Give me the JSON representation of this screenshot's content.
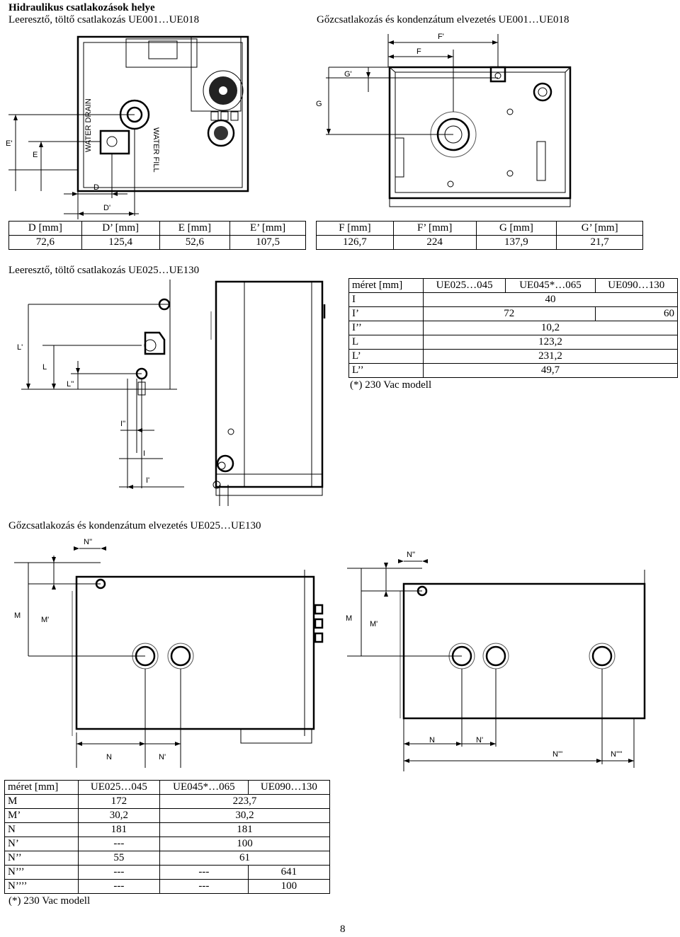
{
  "headings": {
    "main_title": "Hidraulikus csatlakozások helye",
    "sub_left": "Leeresztő, töltő csatlakozás UE001…UE018",
    "sub_right": "Gőzcsatlakozás és kondenzátum elvezetés UE001…UE018",
    "section2": "Leeresztő, töltő csatlakozás UE025…UE130",
    "section3": "Gőzcsatlakozás és kondenzátum elvezetés UE025…UE130"
  },
  "diagram_labels": {
    "D": "D",
    "D_prime": "D'",
    "E": "E",
    "E_prime": "E'",
    "F": "F",
    "F_prime": "F'",
    "G": "G",
    "G_prime": "G'",
    "L": "L",
    "L_prime": "L'",
    "L_dprime": "L''",
    "I": "I",
    "I_prime": "I'",
    "I_dprime": "I''",
    "M": "M",
    "M_prime": "M'",
    "N": "N",
    "N_prime": "N'",
    "N_dprime": "N''",
    "N_tprime": "N'''",
    "N_qprime": "N''''",
    "water_label": "WATER DRAIN",
    "water_label2": "WATER FILL"
  },
  "table_de": {
    "headers": [
      "D [mm]",
      "D’ [mm]",
      "E [mm]",
      "E’ [mm]"
    ],
    "values": [
      "72,6",
      "125,4",
      "52,6",
      "107,5"
    ]
  },
  "table_fg": {
    "headers": [
      "F [mm]",
      "F’ [mm]",
      "G [mm]",
      "G’ [mm]"
    ],
    "values": [
      "126,7",
      "224",
      "137,9",
      "21,7"
    ]
  },
  "table_l": {
    "header": [
      "méret [mm]",
      "UE025…045",
      "UE045*…065",
      "UE090…130"
    ],
    "rows": [
      {
        "label": "I",
        "v1": "40"
      },
      {
        "label": "I’",
        "v1": "72",
        "v2": "60"
      },
      {
        "label": "I’’",
        "v1": "10,2"
      },
      {
        "label": "L",
        "v1": "123,2"
      },
      {
        "label": "L’",
        "v1": "231,2"
      },
      {
        "label": "L’’",
        "v1": "49,7"
      }
    ],
    "note": "(*) 230 Vac modell"
  },
  "table_mn": {
    "header": [
      "méret [mm]",
      "UE025…045",
      "UE045*…065",
      "UE090…130"
    ],
    "rows": [
      {
        "label": "M",
        "c1": "172",
        "c23": "223,7"
      },
      {
        "label": "M’",
        "c1": "30,2",
        "c23": "30,2"
      },
      {
        "label": "N",
        "c1": "181",
        "c23": "181"
      },
      {
        "label": "N’",
        "c1": "---",
        "c23": "100"
      },
      {
        "label": "N’’",
        "c1": "55",
        "c23": "61"
      },
      {
        "label": "N’’’",
        "c1": "---",
        "c2": "---",
        "c3": "641"
      },
      {
        "label": "N’’’’",
        "c1": "---",
        "c2": "---",
        "c3": "100"
      }
    ],
    "note": "(*) 230 Vac modell"
  },
  "page_number": "8"
}
